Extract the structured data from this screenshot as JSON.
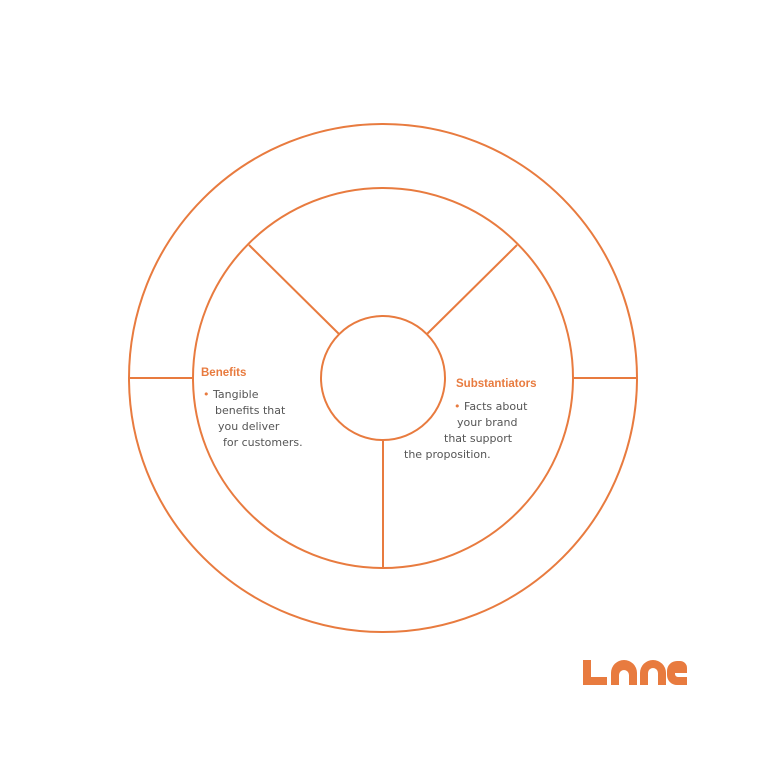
{
  "colors": {
    "accent": "#e87b3f",
    "text": "#555555",
    "background": "#ffffff"
  },
  "segments": {
    "benefits": {
      "title": "Benefits",
      "bullet": "•",
      "lines": [
        "Tangible",
        "benefits that",
        "you deliver",
        "for customers."
      ]
    },
    "substantiators": {
      "title": "Substantiators",
      "bullet": "•",
      "lines": [
        "Facts about",
        "your brand",
        "that support",
        "the proposition."
      ]
    }
  },
  "logo": {
    "text": "Lane"
  }
}
